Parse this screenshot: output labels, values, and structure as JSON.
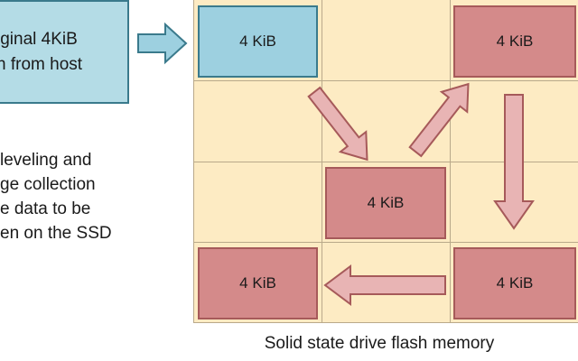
{
  "host_box": {
    "text": "iginal 4KiB\nn from host"
  },
  "side_note": {
    "text": "leveling and\nge collection\ne data to be\nen on the SSD"
  },
  "blocks": [
    {
      "label": "4 KiB",
      "kind": "original"
    },
    {
      "label": "4 KiB",
      "kind": "moved"
    },
    {
      "label": "4 KiB",
      "kind": "moved"
    },
    {
      "label": "4 KiB",
      "kind": "moved"
    },
    {
      "label": "4 KiB",
      "kind": "moved"
    }
  ],
  "caption": "Solid state drive flash memory",
  "colors": {
    "original_fill": "#9dd0e0",
    "moved_fill": "#d48a8a",
    "grid_fill": "#fdebc3",
    "arrow_fill": "#e8b4b4"
  }
}
